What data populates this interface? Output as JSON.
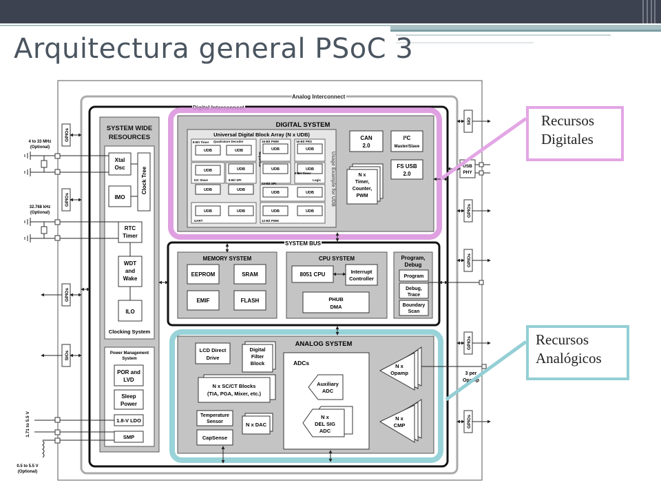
{
  "slide": {
    "title": "Arquitectura general PSoC 3"
  },
  "callouts": {
    "digital": [
      "Recursos",
      "Digitales"
    ],
    "analog": [
      "Recursos",
      "Analógicos"
    ]
  },
  "colors": {
    "top_bar": "#3d4250",
    "accent_bar": "#a9c1c4",
    "digital_highlight": "#d98fdc",
    "analog_highlight": "#86cbd2"
  },
  "diagram": {
    "analog_interconnect": "Analog Interconnect",
    "digital_interconnect": "Digital Interconnect",
    "system_bus": "SYSTEM BUS",
    "system_wide": {
      "title_1": "SYSTEM WIDE",
      "title_2": "RESOURCES",
      "xtal_1": "Xtal",
      "xtal_2": "Osc",
      "clock_tree": "Clock Tree",
      "imo": "IMO",
      "rtc_1": "RTC",
      "rtc_2": "Timer",
      "wdt_1": "WDT",
      "wdt_2": "and",
      "wdt_3": "Wake",
      "ilo": "ILO",
      "clocking": "Clocking System",
      "power_mgmt_1": "Power Management",
      "power_mgmt_2": "System",
      "por_1": "POR and",
      "por_2": "LVD",
      "sleep_1": "Sleep",
      "sleep_2": "Power",
      "ldo": "1.8-V LDO",
      "smp": "SMP"
    },
    "digital_system": {
      "title": "DIGITAL SYSTEM",
      "udb_array": "Universal Digital Block Array (N x UDB)",
      "usage_example": "Usage Example for UDB",
      "udb": "UDB",
      "quadrature": "Quadrature Decoder",
      "bit8_timer": "8-Bit Timer",
      "pwm16": "16-Bit PWM",
      "prs16": "16-Bit PRS",
      "sequencer": "Sequencer",
      "i2c_slave": "I2C Slave",
      "spi8": "8-Bit SPI",
      "spi12": "12-Bit SPI",
      "logic": "Logic",
      "timer8": "8-Bit Timer",
      "uart": "UART",
      "pwm12": "12-Bit PWM",
      "can_1": "CAN",
      "can_2": "2.0",
      "i2c_1": "I²C",
      "i2c_2": "Master/Slave",
      "fsusb_1": "FS USB",
      "fsusb_2": "2.0",
      "timer_1": "N x",
      "timer_2": "Timer,",
      "timer_3": "Counter,",
      "timer_4": "PWM"
    },
    "memory_system": {
      "title": "MEMORY SYSTEM",
      "eeprom": "EEPROM",
      "sram": "SRAM",
      "emif": "EMIF",
      "flash": "FLASH"
    },
    "cpu_system": {
      "title": "CPU SYSTEM",
      "cpu": "8051 CPU",
      "interrupt_1": "Interrupt",
      "interrupt_2": "Controller",
      "phub_1": "PHUB",
      "phub_2": "DMA"
    },
    "program_debug": {
      "title_1": "Program,",
      "title_2": "Debug",
      "program": "Program",
      "debug_1": "Debug,",
      "debug_2": "Trace",
      "boundary_1": "Boundary",
      "boundary_2": "Scan"
    },
    "analog_system": {
      "title": "ANALOG SYSTEM",
      "lcd_1": "LCD Direct",
      "lcd_2": "Drive",
      "filter_1": "Digital",
      "filter_2": "Filter",
      "filter_3": "Block",
      "adcs": "ADCs",
      "sc_1": "N x SC/CT Blocks",
      "sc_2": "(TIA, PGA, Mixer, etc.)",
      "aux_1": "Auxiliary",
      "aux_2": "ADC",
      "temp_1": "Temperature",
      "temp_2": "Sensor",
      "dac": "N x DAC",
      "delsig_1": "N x",
      "delsig_2": "DEL SIG",
      "delsig_3": "ADC",
      "capsense": "CapSense",
      "opamp_1": "N x",
      "opamp_2": "Opamp",
      "cmp_1": "N x",
      "cmp_2": "CMP",
      "per_opamp_1": "3 per",
      "per_opamp_2": "Opamp"
    },
    "io": {
      "gpios": "GPIOs",
      "sios": "SIOs",
      "sio": "SIO",
      "usb_phy_1": "USB",
      "usb_phy_2": "PHY",
      "xtal_freq_1": "4 to 33 MHz",
      "xtal_freq_2": "(Optional)",
      "rtc_freq_1": "32.768 kHz",
      "rtc_freq_2": "(Optional)",
      "vdd_range": "1.71 to 5.5 V",
      "boost_1": "0.5 to 5.5 V",
      "boost_2": "(Optional)"
    }
  }
}
